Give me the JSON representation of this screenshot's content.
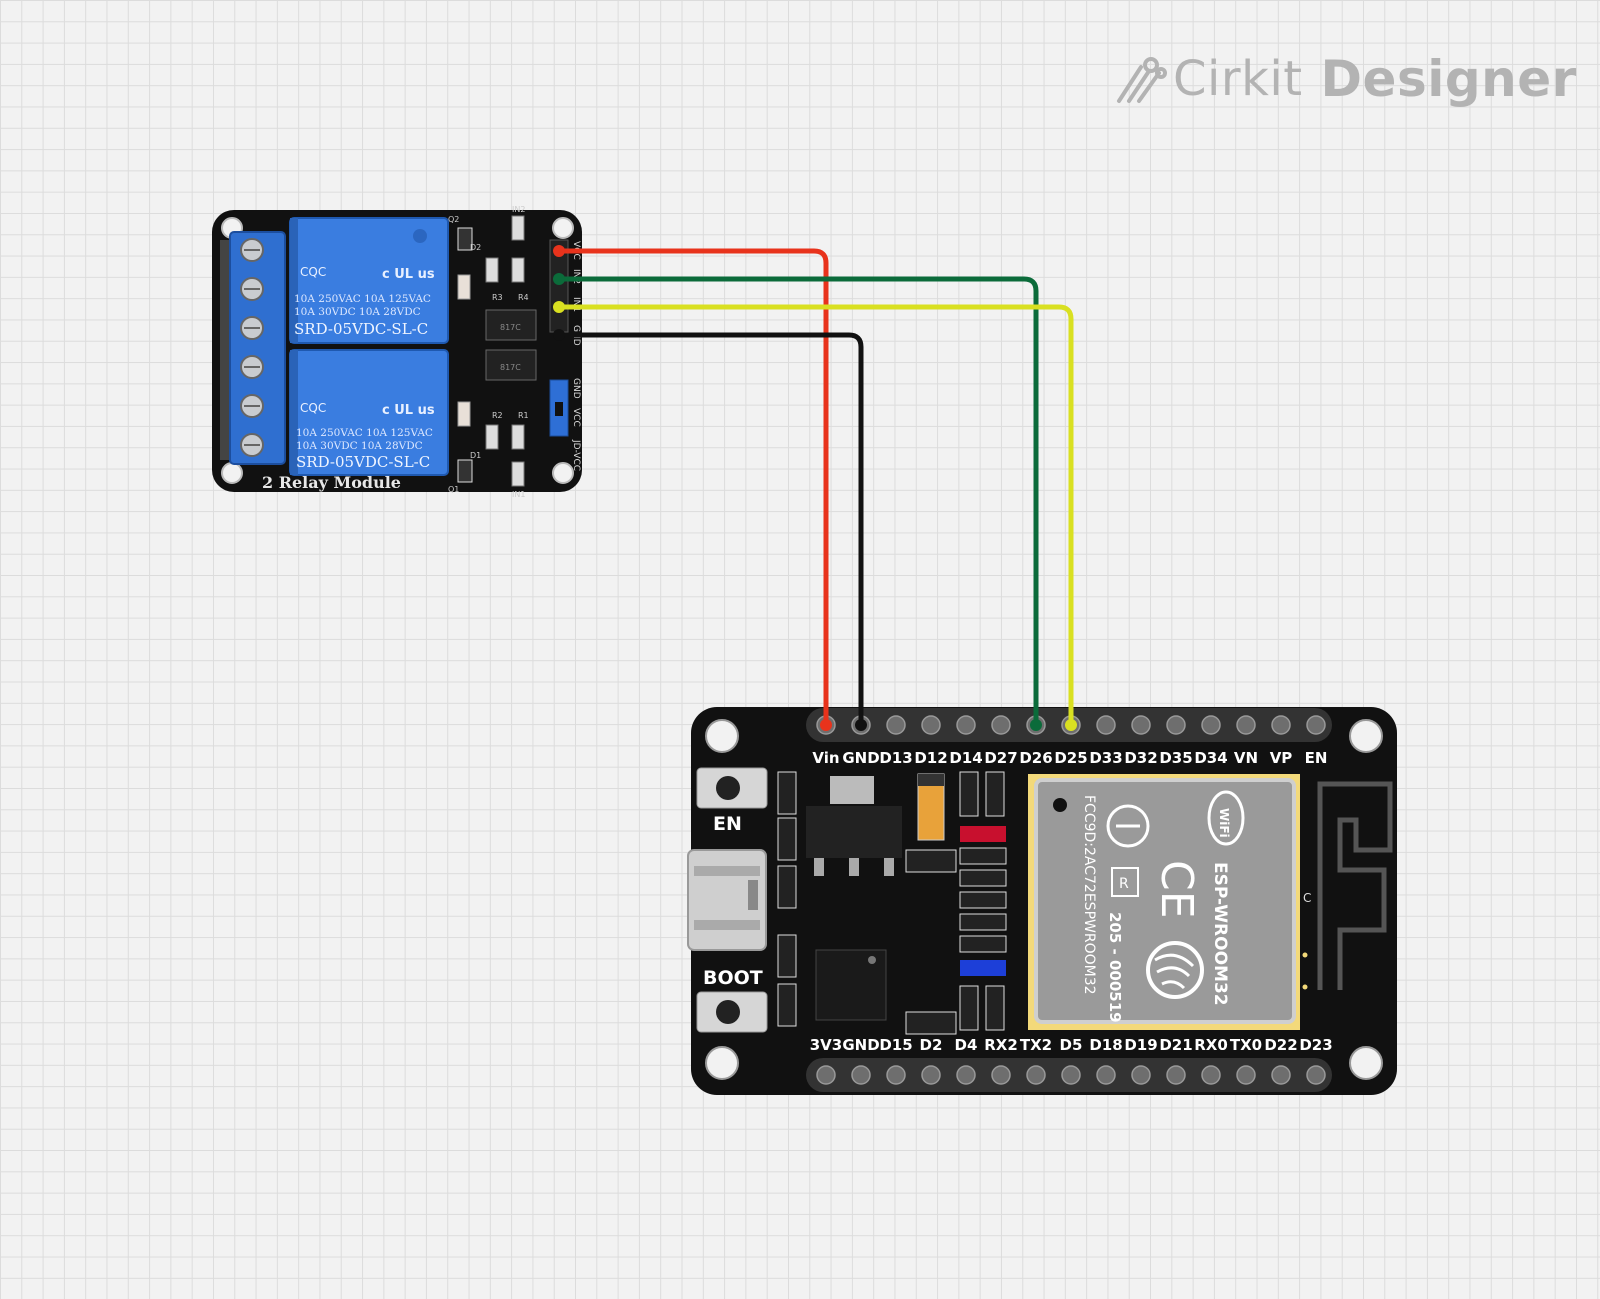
{
  "app": {
    "brand": "Cirkit",
    "product": "Designer",
    "logo_icon": "cirkit-logo-icon"
  },
  "relay_module": {
    "label": "2 Relay Module",
    "relay_model": "SRD-05VDC-SL-C",
    "relay_ratings_line1": "10A 250VAC  10A 125VAC",
    "relay_ratings_line2": "10A  30VDC  10A  28VDC",
    "cert_mark": "CQC",
    "ul_mark": "c UL us",
    "header_pins": [
      "VCC",
      "IN2",
      "IN1",
      "GND"
    ],
    "jumper_pins": [
      "JD-VCC",
      "VCC",
      "GND"
    ],
    "components": {
      "q2": "Q2",
      "q1": "Q1",
      "d2": "D2",
      "d1": "D1",
      "r3": "R3",
      "r4": "R4",
      "r2": "R2",
      "r1": "R1",
      "in2": "IN2",
      "in1": "IN1",
      "opto": "817C"
    }
  },
  "esp32": {
    "top_pins": [
      "Vin",
      "GND",
      "D13",
      "D12",
      "D14",
      "D27",
      "D26",
      "D25",
      "D33",
      "D32",
      "D35",
      "D34",
      "VN",
      "VP",
      "EN"
    ],
    "bottom_pins": [
      "3V3",
      "GND",
      "D15",
      "D2",
      "D4",
      "RX2",
      "TX2",
      "D5",
      "D18",
      "D19",
      "D21",
      "RX0",
      "TX0",
      "D22",
      "D23"
    ],
    "buttons": {
      "en": "EN",
      "boot": "BOOT"
    },
    "module": {
      "name": "ESP-WROOM32",
      "fcc": "FCC9D:2AC72ESPWROOM32",
      "code": "205 - 000519",
      "r_mark": "R",
      "wifi": "WiFi",
      "ce": "CE",
      "antenna_mark": "C"
    }
  },
  "wires": [
    {
      "from": "relay.VCC",
      "to": "esp32.Vin",
      "color": "#e8331c"
    },
    {
      "from": "relay.IN2",
      "to": "esp32.D26",
      "color": "#0b6b3a"
    },
    {
      "from": "relay.IN1",
      "to": "esp32.D25",
      "color": "#d9e021"
    },
    {
      "from": "relay.GND",
      "to": "esp32.GND",
      "color": "#111111"
    }
  ]
}
